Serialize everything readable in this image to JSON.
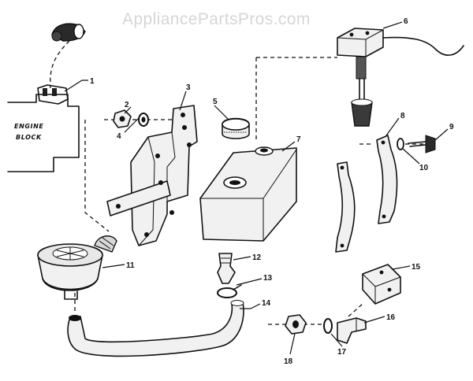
{
  "watermark": "AppliancePartsPros.com",
  "engine_block_label": [
    "ENGINE",
    "BLOCK"
  ],
  "callouts": [
    "1",
    "2",
    "3",
    "4",
    "5",
    "6",
    "7",
    "8",
    "9",
    "10",
    "11",
    "12",
    "13",
    "14",
    "15",
    "16",
    "17",
    "18"
  ]
}
